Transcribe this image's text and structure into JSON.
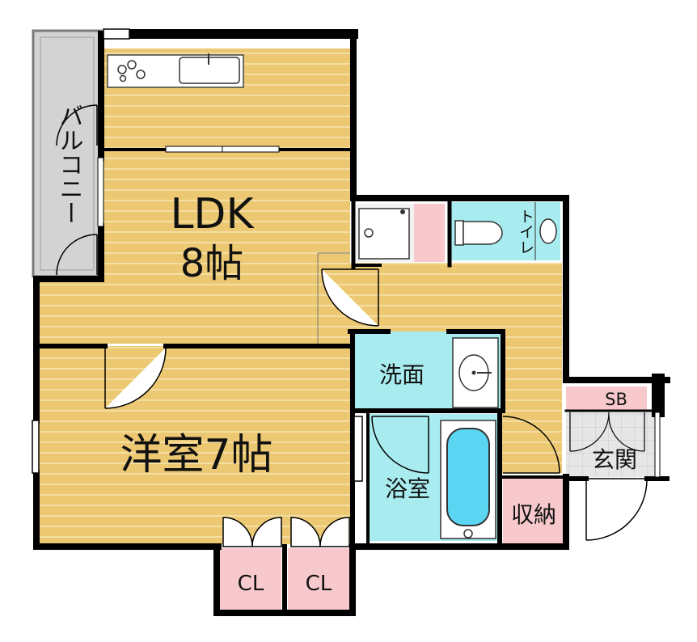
{
  "rooms": {
    "balcony": "バルコニー",
    "ldk": "LDK",
    "ldk_size": "8帖",
    "western": "洋室7帖",
    "toilet": "トイレ",
    "washroom": "洗面",
    "bath": "浴室",
    "storage": "収納",
    "sb": "SB",
    "entrance": "玄関",
    "closet_left": "CL",
    "closet_right": "CL"
  },
  "colors": {
    "floor": "#ecc873",
    "floor_line": "#f6e4b6",
    "wet_area": "#a8ecef",
    "storage": "#f7c9cd",
    "balcony": "#d2d2d2",
    "wall": "#000000",
    "fixture": "#5ad6f2"
  }
}
